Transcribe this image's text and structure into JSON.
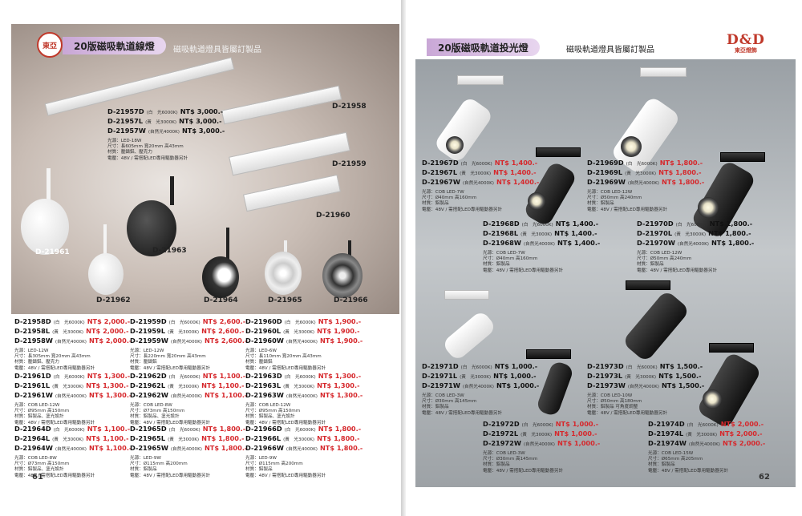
{
  "left": {
    "logo_text": "東亞",
    "title": "20版磁吸軌道線燈",
    "subtitle": "磁吸軌道燈具皆屬訂製品",
    "page_number": "61",
    "photo_labels": {
      "d21958": "D-21958",
      "d21959": "D-21959",
      "d21960": "D-21960",
      "d21961": "D-21961",
      "d21962": "D-21962",
      "d21963": "D-21963",
      "d21964": "D-21964",
      "d21965": "D-21965",
      "d21966": "D-21966"
    },
    "photo_spec": {
      "rows": [
        {
          "code": "D-21957D",
          "tone": "(白　光6000K)",
          "price": "NT$ 3,000.-"
        },
        {
          "code": "D-21957L",
          "tone": "(黃　光3000K)",
          "price": "NT$ 3,000.-"
        },
        {
          "code": "D-21957W",
          "tone": "(自然光4000K)",
          "price": "NT$ 3,000.-"
        }
      ],
      "desc": [
        "光源：LED-18W",
        "尺寸：長605mm 寬20mm 高43mm",
        "材質：壓鑄鋁、壓克力",
        "電壓：48V / 需搭配LED專用驅動器另計"
      ]
    },
    "specs": [
      {
        "rows": [
          {
            "code": "D-21958D",
            "tone": "(白　光6000K)",
            "price": "NT$ 2,000.-"
          },
          {
            "code": "D-21958L",
            "tone": "(黃　光3000K)",
            "price": "NT$ 2,000.-"
          },
          {
            "code": "D-21958W",
            "tone": "(自然光4000K)",
            "price": "NT$ 2,000.-"
          }
        ],
        "desc": [
          "光源：LED-12W",
          "尺寸：長305mm 寬20mm 高43mm",
          "材質：壓鑄鋁、壓克力",
          "電壓：48V / 需搭配LED專用驅動器另計"
        ]
      },
      {
        "rows": [
          {
            "code": "D-21959D",
            "tone": "(白　光6000K)",
            "price": "NT$ 2,600.-"
          },
          {
            "code": "D-21959L",
            "tone": "(黃　光3000K)",
            "price": "NT$ 2,600.-"
          },
          {
            "code": "D-21959W",
            "tone": "(自然光4000K)",
            "price": "NT$ 2,600.-"
          }
        ],
        "desc": [
          "光源：LED-12W",
          "尺寸：長220mm 寬20mm 高43mm",
          "材質：壓鑄鋁",
          "電壓：48V / 需搭配LED專用驅動器另計"
        ]
      },
      {
        "rows": [
          {
            "code": "D-21960D",
            "tone": "(白　光6000K)",
            "price": "NT$ 1,900.-"
          },
          {
            "code": "D-21960L",
            "tone": "(黃　光3000K)",
            "price": "NT$ 1,900.-"
          },
          {
            "code": "D-21960W",
            "tone": "(自然光4000K)",
            "price": "NT$ 1,900.-"
          }
        ],
        "desc": [
          "光源：LED-6W",
          "尺寸：長110mm 寬20mm 高43mm",
          "材質：壓鑄鋁",
          "電壓：48V / 需搭配LED專用驅動器另計"
        ]
      },
      {
        "rows": [
          {
            "code": "D-21961D",
            "tone": "(白　光6000K)",
            "price": "NT$ 1,300.-"
          },
          {
            "code": "D-21961L",
            "tone": "(黃　光3000K)",
            "price": "NT$ 1,300.-"
          },
          {
            "code": "D-21961W",
            "tone": "(自然光4000K)",
            "price": "NT$ 1,300.-"
          }
        ],
        "desc": [
          "光源：COB LED-12W",
          "尺寸：Ø95mm 高150mm",
          "材質：鋁製品、塗光設計",
          "電壓：48V / 需搭配LED專用驅動器另計"
        ]
      },
      {
        "rows": [
          {
            "code": "D-21962D",
            "tone": "(白　光6000K)",
            "price": "NT$ 1,100.-"
          },
          {
            "code": "D-21962L",
            "tone": "(黃　光3000K)",
            "price": "NT$ 1,100.-"
          },
          {
            "code": "D-21962W",
            "tone": "(自然光4000K)",
            "price": "NT$ 1,100.-"
          }
        ],
        "desc": [
          "光源：COB LED-8W",
          "尺寸：Ø73mm 高150mm",
          "材質：鋁製品、塗光設計",
          "電壓：48V / 需搭配LED專用驅動器另計"
        ]
      },
      {
        "rows": [
          {
            "code": "D-21963D",
            "tone": "(白　光6000K)",
            "price": "NT$ 1,300.-"
          },
          {
            "code": "D-21963L",
            "tone": "(黃　光3000K)",
            "price": "NT$ 1,300.-"
          },
          {
            "code": "D-21963W",
            "tone": "(自然光4000K)",
            "price": "NT$ 1,300.-"
          }
        ],
        "desc": [
          "光源：COB LED-12W",
          "尺寸：Ø95mm 高150mm",
          "材質：鋁製品、塗光設計",
          "電壓：48V / 需搭配LED專用驅動器另計"
        ]
      },
      {
        "rows": [
          {
            "code": "D-21964D",
            "tone": "(白　光6000K)",
            "price": "NT$ 1,100.-"
          },
          {
            "code": "D-21964L",
            "tone": "(黃　光3000K)",
            "price": "NT$ 1,100.-"
          },
          {
            "code": "D-21964W",
            "tone": "(自然光4000K)",
            "price": "NT$ 1,100.-"
          }
        ],
        "desc": [
          "光源：COB LED-8W",
          "尺寸：Ø73mm 高150mm",
          "材質：鋁製品、塗光設計",
          "電壓：48V / 需搭配LED專用驅動器另計"
        ]
      },
      {
        "rows": [
          {
            "code": "D-21965D",
            "tone": "(白　光6000K)",
            "price": "NT$ 1,800.-"
          },
          {
            "code": "D-21965L",
            "tone": "(黃　光3000K)",
            "price": "NT$ 1,800.-"
          },
          {
            "code": "D-21965W",
            "tone": "(自然光4000K)",
            "price": "NT$ 1,800.-"
          }
        ],
        "desc": [
          "光源：LED-9W",
          "尺寸：Ø115mm 高200mm",
          "材質：鋁製品",
          "電壓：48V / 需搭配LED專用驅動器另計"
        ]
      },
      {
        "rows": [
          {
            "code": "D-21966D",
            "tone": "(白　光6000K)",
            "price": "NT$ 1,800.-"
          },
          {
            "code": "D-21966L",
            "tone": "(黃　光3000K)",
            "price": "NT$ 1,800.-"
          },
          {
            "code": "D-21966W",
            "tone": "(自然光4000K)",
            "price": "NT$ 1,800.-"
          }
        ],
        "desc": [
          "光源：LED-9W",
          "尺寸：Ø115mm 高200mm",
          "材質：鋁製品",
          "電壓：48V / 需搭配LED專用驅動器另計"
        ]
      }
    ]
  },
  "right": {
    "title": "20版磁吸軌道投光燈",
    "subtitle": "磁吸軌道燈具皆屬訂製品",
    "logo_dd": "D&D",
    "logo_cn": "東亞燈飾",
    "page_number": "62",
    "specs": [
      {
        "rows": [
          {
            "code": "D-21967D",
            "tone": "(白　光6000K)",
            "price": "NT$ 1,400.-"
          },
          {
            "code": "D-21967L",
            "tone": "(黃　光3000K)",
            "price": "NT$ 1,400.-"
          },
          {
            "code": "D-21967W",
            "tone": "(自然光4000K)",
            "price": "NT$ 1,400.-"
          }
        ],
        "desc": [
          "光源：COB LED-7W",
          "尺寸：Ø40mm 高160mm",
          "材質：鋁製品",
          "電壓：48V / 需搭配LED專用驅動器另計"
        ]
      },
      {
        "rows": [
          {
            "code": "D-21969D",
            "tone": "(白　光6000K)",
            "price": "NT$ 1,800.-"
          },
          {
            "code": "D-21969L",
            "tone": "(黃　光3000K)",
            "price": "NT$ 1,800.-"
          },
          {
            "code": "D-21969W",
            "tone": "(自然光4000K)",
            "price": "NT$ 1,800.-"
          }
        ],
        "desc": [
          "光源：COB LED-12W",
          "尺寸：Ø50mm 高240mm",
          "材質：鋁製品",
          "電壓：48V / 需搭配LED專用驅動器另計"
        ]
      },
      {
        "rows": [
          {
            "code": "D-21968D",
            "tone": "(白　光6000K)",
            "price": "NT$ 1,400.-"
          },
          {
            "code": "D-21968L",
            "tone": "(黃　光3000K)",
            "price": "NT$ 1,400.-"
          },
          {
            "code": "D-21968W",
            "tone": "(自然光4000K)",
            "price": "NT$ 1,400.-"
          }
        ],
        "desc": [
          "光源：COB LED-7W",
          "尺寸：Ø40mm 高160mm",
          "材質：鋁製品",
          "電壓：48V / 需搭配LED專用驅動器另計"
        ]
      },
      {
        "rows": [
          {
            "code": "D-21970D",
            "tone": "(白　光6000K)",
            "price": "NT$ 1,800.-"
          },
          {
            "code": "D-21970L",
            "tone": "(黃　光3000K)",
            "price": "NT$ 1,800.-"
          },
          {
            "code": "D-21970W",
            "tone": "(自然光4000K)",
            "price": "NT$ 1,800.-"
          }
        ],
        "desc": [
          "光源：COB LED-12W",
          "尺寸：Ø50mm 高240mm",
          "材質：鋁製品",
          "電壓：48V / 需搭配LED專用驅動器另計"
        ]
      },
      {
        "rows": [
          {
            "code": "D-21971D",
            "tone": "(白　光6000K)",
            "price": "NT$ 1,000.-"
          },
          {
            "code": "D-21971L",
            "tone": "(黃　光3000K)",
            "price": "NT$ 1,000.-"
          },
          {
            "code": "D-21971W",
            "tone": "(自然光4000K)",
            "price": "NT$ 1,000.-"
          }
        ],
        "desc": [
          "光源：COB LED-3W",
          "尺寸：Ø30mm 高145mm",
          "材質：鋁製品",
          "電壓：48V / 需搭配LED專用驅動器另計"
        ]
      },
      {
        "rows": [
          {
            "code": "D-21973D",
            "tone": "(白　光6000K)",
            "price": "NT$ 1,500.-"
          },
          {
            "code": "D-21973L",
            "tone": "(黃　光3000K)",
            "price": "NT$ 1,500.-"
          },
          {
            "code": "D-21973W",
            "tone": "(自然光4000K)",
            "price": "NT$ 1,500.-"
          }
        ],
        "desc": [
          "光源：COB LED-10W",
          "尺寸：Ø50mm 高180mm",
          "材質：鋁製品 可角度調整",
          "電壓：48V / 需搭配LED專用驅動器另計"
        ]
      },
      {
        "rows": [
          {
            "code": "D-21972D",
            "tone": "(白　光6000K)",
            "price": "NT$ 1,000.-"
          },
          {
            "code": "D-21972L",
            "tone": "(黃　光3000K)",
            "price": "NT$ 1,000.-"
          },
          {
            "code": "D-21972W",
            "tone": "(自然光4000K)",
            "price": "NT$ 1,000.-"
          }
        ],
        "desc": [
          "光源：COB LED-3W",
          "尺寸：Ø30mm 高145mm",
          "材質：鋁製品",
          "電壓：48V / 需搭配LED專用驅動器另計"
        ]
      },
      {
        "rows": [
          {
            "code": "D-21974D",
            "tone": "(白　光6000K)",
            "price": "NT$ 2,000.-"
          },
          {
            "code": "D-21974L",
            "tone": "(黃　光3000K)",
            "price": "NT$ 2,000.-"
          },
          {
            "code": "D-21974W",
            "tone": "(自然光4000K)",
            "price": "NT$ 2,000.-"
          }
        ],
        "desc": [
          "光源：COB LED-15W",
          "尺寸：Ø65mm 高205mm",
          "材質：鋁製品",
          "電壓：48V / 需搭配LED專用驅動器另計"
        ]
      }
    ]
  }
}
